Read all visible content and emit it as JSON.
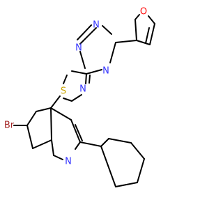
{
  "molecule": {
    "atom_labels": {
      "bromine": "Br",
      "sulfur": "S",
      "oxygen": "O",
      "triazole_n1": "N",
      "triazole_n2": "N",
      "triazole_n_bridge": "N",
      "thiadiazole_n": "N",
      "quinoline_n": "N"
    },
    "colors": {
      "bond": "#000000",
      "nitrogen": "#3333ff",
      "oxygen": "#ff0d0d",
      "sulfur": "#c8a400",
      "bromine": "#a62929"
    }
  }
}
